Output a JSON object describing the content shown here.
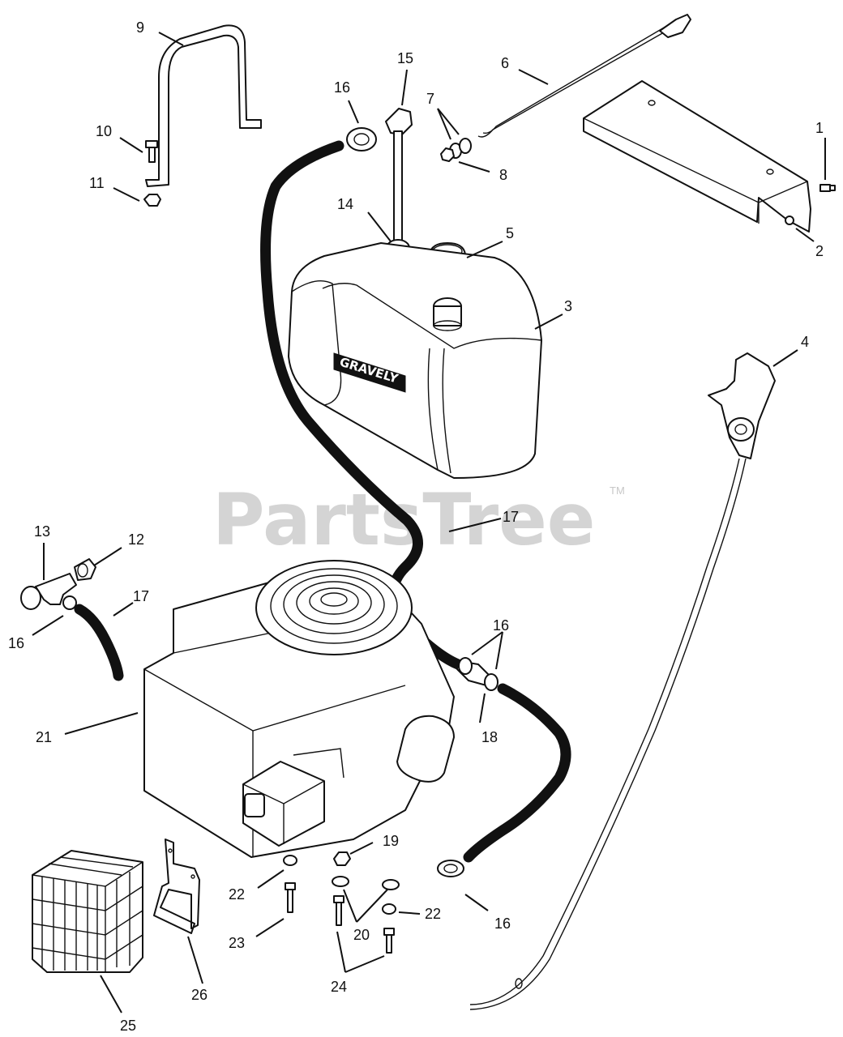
{
  "watermark": {
    "text": "PartsTree",
    "trademark": "TM"
  },
  "tank_brand": "GRAVELY",
  "callouts": [
    {
      "id": "c1",
      "text": "1"
    },
    {
      "id": "c2",
      "text": "2"
    },
    {
      "id": "c3",
      "text": "3"
    },
    {
      "id": "c4",
      "text": "4"
    },
    {
      "id": "c5",
      "text": "5"
    },
    {
      "id": "c6",
      "text": "6"
    },
    {
      "id": "c7",
      "text": "7"
    },
    {
      "id": "c8",
      "text": "8"
    },
    {
      "id": "c9",
      "text": "9"
    },
    {
      "id": "c10",
      "text": "10"
    },
    {
      "id": "c11",
      "text": "11"
    },
    {
      "id": "c12",
      "text": "12"
    },
    {
      "id": "c13",
      "text": "13"
    },
    {
      "id": "c14",
      "text": "14"
    },
    {
      "id": "c15",
      "text": "15"
    },
    {
      "id": "c16a",
      "text": "16"
    },
    {
      "id": "c16b",
      "text": "16"
    },
    {
      "id": "c16c",
      "text": "16"
    },
    {
      "id": "c16d",
      "text": "16"
    },
    {
      "id": "c17a",
      "text": "17"
    },
    {
      "id": "c17b",
      "text": "17"
    },
    {
      "id": "c18",
      "text": "18"
    },
    {
      "id": "c19",
      "text": "19"
    },
    {
      "id": "c20",
      "text": "20"
    },
    {
      "id": "c21",
      "text": "21"
    },
    {
      "id": "c22a",
      "text": "22"
    },
    {
      "id": "c22b",
      "text": "22"
    },
    {
      "id": "c23",
      "text": "23"
    },
    {
      "id": "c24",
      "text": "24"
    },
    {
      "id": "c25",
      "text": "25"
    },
    {
      "id": "c26",
      "text": "26"
    }
  ]
}
